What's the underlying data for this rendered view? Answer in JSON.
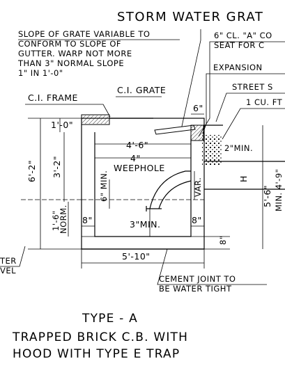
{
  "title": "STORM WATER GRAT",
  "notes": {
    "slope_line1": "SLOPE OF GRATE VARIABLE TO",
    "slope_line2": "CONFORM TO SLOPE OF",
    "slope_line3": "GUTTER. WARP NOT MORE",
    "slope_line4": "THAN 3\" NORMAL SLOPE",
    "slope_line5": "1\" IN 1'-0\"",
    "curb_line1": "6\" CL. \"A\" CO",
    "curb_line2": "SEAT FOR C",
    "expansion": "EXPANSION",
    "street": "STREET S",
    "cu_ft": "1 CU. FT",
    "frame": "C.I. FRAME",
    "grate": "C.I. GRATE",
    "weephole": "WEEPHOLE",
    "cement_line1": "CEMENT JOINT TO",
    "cement_line2": "BE WATER TIGHT",
    "water_line1": "TER",
    "water_line2": "VEL"
  },
  "dimensions": {
    "d_1_0": "1'-0\"",
    "d_3_2": "3'-2\"",
    "d_6_2": "6'-2\"",
    "d_1_6": "1'-6\"",
    "d_norm": "NORM.",
    "d_4_6": "4'-6\"",
    "d_4in": "4\"",
    "d_6in_top": "6\"",
    "d_2min": "2\"MIN.",
    "d_6min": "6\" MIN.",
    "d_var": "VAR.",
    "d_h": "H",
    "d_5_6": "5'-6\"",
    "d_min_4_9": "MIN. 4'-9\"",
    "d_8_left": "8\"",
    "d_3min": "3\"MIN.",
    "d_8_right": "8\"",
    "d_8_bottom": "8\"",
    "d_5_10": "5'-10\""
  },
  "footer": {
    "type": "TYPE - A",
    "desc_line1": "TRAPPED BRICK C.B. WITH",
    "desc_line2": "HOOD WITH TYPE E TRAP"
  }
}
